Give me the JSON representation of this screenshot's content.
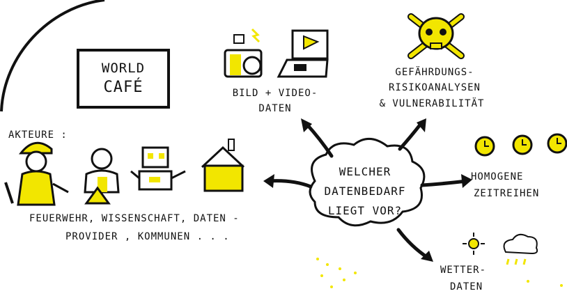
{
  "colors": {
    "ink": "#111111",
    "highlight": "#f2e600"
  },
  "world_cafe": {
    "line1": "WORLD",
    "line2": "CAFÉ"
  },
  "actors": {
    "label": "AKTEURE :",
    "list_line1": "FEUERWEHR, WISSENSCHAFT, DATEN -",
    "list_line2": "PROVIDER , KOMMUNEN . . ."
  },
  "center": {
    "line1": "WELCHER",
    "line2": "DATENBEDARF",
    "line3": "LIEGT VOR?"
  },
  "bild": {
    "line1": "BILD + VIDEO-",
    "line2": "DATEN"
  },
  "risk": {
    "line1": "GEFÄHRDUNGS-",
    "line2": "RISIKOANALYSEN",
    "line3": "& VULNERABILITÄT"
  },
  "zeit": {
    "line1": "HOMOGENE",
    "line2": "ZEITREIHEN"
  },
  "wetter": {
    "line1": "WETTER-",
    "line2": "DATEN"
  }
}
